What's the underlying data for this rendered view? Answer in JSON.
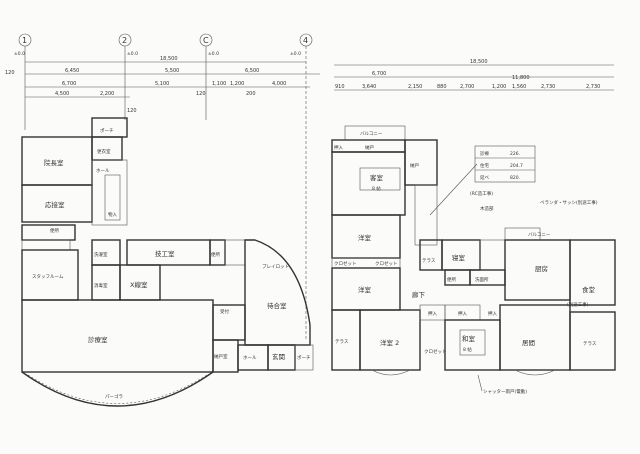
{
  "grid_axes": [
    "1",
    "2",
    "C",
    "4"
  ],
  "level_marks": [
    "±0.0",
    "±0.0",
    "±0.0",
    "±0.0"
  ],
  "left_dimensions": {
    "overall": "18,500",
    "row2": [
      "6,450",
      "5,500",
      "6,500"
    ],
    "row3": [
      "6,700",
      "5,100",
      "1,100",
      "1,200",
      "4,000"
    ],
    "row4": [
      "4,500",
      "2,200"
    ],
    "extra": [
      "120",
      "120",
      "120",
      "200"
    ]
  },
  "right_dimensions": {
    "overall": "18,500",
    "row2": [
      "6,700",
      "11,800"
    ],
    "row3": [
      "910",
      "3,640",
      "2,150",
      "880",
      "2,700",
      "1,200",
      "1,560",
      "2,730",
      "2,730"
    ]
  },
  "left_plan": {
    "rooms": {
      "porch_top": "ポーチ",
      "changing": "更衣室",
      "director": "院長室",
      "reception_room": "応接室",
      "hall": "ホール",
      "storage": "物入",
      "toilet": "便所",
      "staff": "スタッフルーム",
      "laundry": "洗濯室",
      "sterilize": "消毒室",
      "xray": "X線室",
      "lab": "技工室",
      "toilet2": "便所",
      "play": "プレイロット",
      "treatment": "診療室",
      "front_desk": "受付",
      "waiting": "待合室",
      "closet": "納戸室",
      "hall2": "ホール",
      "entrance": "玄関",
      "porch": "ポーチ",
      "pergola": "パーゴラ"
    }
  },
  "right_plan": {
    "rooms": {
      "balcony": "バルコニー",
      "oshiire": "押入",
      "storeroom": "納戸",
      "closet_n": "納戸",
      "guest": "客室",
      "guest_size": "8 帖",
      "western1": "洋室",
      "closet1": "クロゼット",
      "closet2": "クロゼット",
      "western2": "洋室",
      "terrace1": "テラス",
      "western3": "洋室 2",
      "closet3": "クロゼット",
      "corridor": "廊下",
      "oshiire2": "押入",
      "oshiire3": "押入",
      "oshiire4": "押入",
      "japanese": "和室",
      "japanese_size": "8 帖",
      "terrace_mid": "テラス",
      "bedroom": "寝室",
      "toilet": "便所",
      "washroom": "洗面所",
      "kitchen": "厨房",
      "balcony2": "バルコニー",
      "dining": "食堂",
      "living": "居間",
      "terrace2": "テラス"
    },
    "notes": [
      "(RC造工事)",
      "木造部",
      "ベランダ・サッシ(別途工事)",
      "(別途工事)",
      "シャッター雨戸(電動)"
    ]
  },
  "area_table": [
    {
      "label": "診療",
      "value": "226."
    },
    {
      "label": "住宅",
      "value": "204.7"
    },
    {
      "label": "延べ",
      "value": "820."
    }
  ]
}
